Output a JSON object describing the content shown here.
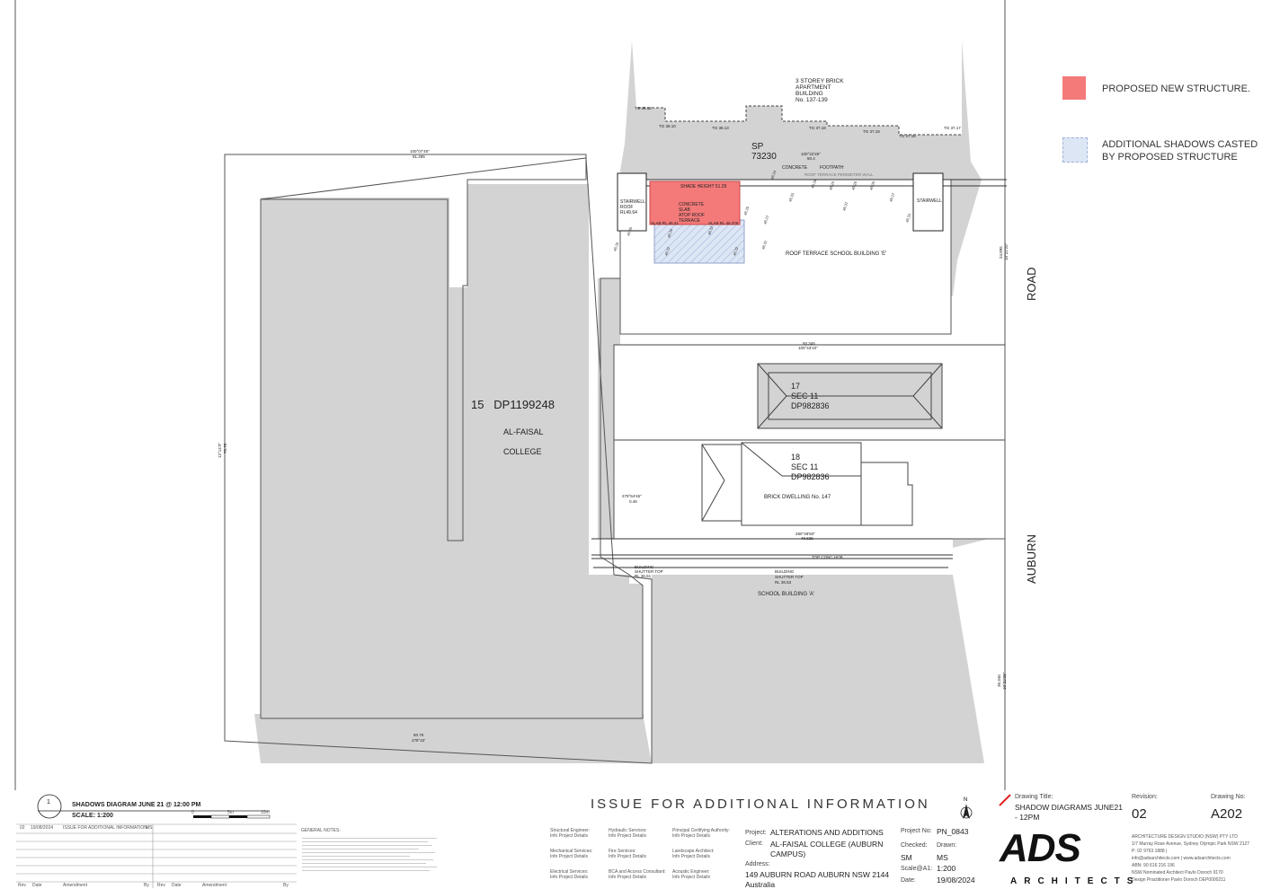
{
  "legend": {
    "items": [
      {
        "label": "PROPOSED NEW STRUCTURE.",
        "color": "#f47a7a"
      },
      {
        "label_lines": [
          "ADDITIONAL SHADOWS CASTED",
          "BY PROPOSED STRUCTURE"
        ],
        "color": "#dde6f5"
      }
    ]
  },
  "colors": {
    "shadow": "#d3d3d3",
    "proposed": "#f47a7a",
    "additional_shadow": "#dde6f5",
    "line": "#333333"
  },
  "plan": {
    "road_top": "ROAD",
    "road_bottom": "AUBURN",
    "apartment": [
      "3 STOREY BRICK",
      "APARTMENT",
      "BUILDING",
      "No. 137-139"
    ],
    "sp": [
      "SP",
      "73230"
    ],
    "lot15": "15   DP1199248",
    "college": [
      "AL-FAISAL",
      "COLLEGE"
    ],
    "lot17": [
      "17",
      "SEC 11",
      "DP982836"
    ],
    "lot18": [
      "18",
      "SEC 11",
      "DP982836"
    ],
    "brick_dwelling": "BRICK DWELLING No. 147",
    "roof_terrace": "ROOF TERRACE SCHOOL BUILDING 'E'",
    "school_a": "SCHOOL BUILDING 'A'",
    "stairwell_left": [
      "STAIRWELL",
      "ROOF",
      "RL49.64"
    ],
    "stairwell_right": "STAIRWELL",
    "shade_height": "SHADE HEIGHT 51.29",
    "concrete_slab": [
      "CONCRETE",
      "SLAB",
      "ATOP ROOF",
      "TERRACE"
    ],
    "slab_left": "SLAB RL 46.41",
    "slab_right": "SLAB RL 46.376",
    "concrete": "CONCRETE",
    "footpath": "FOOTPATH",
    "perimeter_wall": "ROOF TERRACE PERIMETER WALL",
    "top_conc_hob": "TOP CONC HOB",
    "shutter_left": [
      "BUILDING",
      "SHUTTER TOP",
      "RL 36.51"
    ],
    "shutter_right": [
      "BUILDING",
      "SHUTTER TOP",
      "RL 36.53"
    ],
    "bearing_top": [
      "100°07'45\"",
      "91.295"
    ],
    "bearing_top2": [
      "100°22'25\"",
      "50.4"
    ],
    "bearing_mid": [
      "50.345",
      "100°43'10\""
    ],
    "bearing_bottom": [
      "50.76",
      "278°42'"
    ],
    "bearing_left": [
      "12°14'3\"",
      "75.78"
    ],
    "bearing_right1": [
      "24.895",
      "10°22'25\""
    ],
    "bearing_right2": [
      "36.345",
      "10°22'25\""
    ],
    "bearing_small": [
      "279°54'46\"",
      "0.46"
    ],
    "bearing_small2": [
      "280°49'50\"",
      "49.625"
    ],
    "tg_labels": [
      "TG 38.12",
      "TG 38.10",
      "TG 38.13",
      "TG 37.18",
      "TG 37.18",
      "TG 37.16",
      "TG 37.17"
    ],
    "spot_levels": [
      "46.29",
      "46.33",
      "46.30",
      "46.32",
      "46.25",
      "46.27",
      "46.32",
      "46.37",
      "46.33",
      "46.28",
      "46.20",
      "46.26",
      "46.30",
      "46.27",
      "46.24",
      "46.35",
      "46.32",
      "46.32"
    ]
  },
  "drawing_block": {
    "number": "1",
    "title": "SHADOWS DIAGRAM JUNE 21 @ 12:00 PM",
    "scale": "SCALE: 1:200",
    "scale_ticks": [
      "0",
      "5m",
      "10m"
    ]
  },
  "amendments": {
    "row": {
      "rev": "02",
      "date": "19/08/2024",
      "text": "ISSUE FOR ADDITIONAL INFORMATION",
      "by": "MS"
    },
    "headers": [
      "Rev",
      "Date",
      "Amendment",
      "By",
      "Rev",
      "Date",
      "Amendment",
      "By"
    ]
  },
  "notes_title": "GENERAL NOTES:",
  "issue": "ISSUE FOR ADDITIONAL INFORMATION",
  "consultants": [
    {
      "label": "Structural Engineer:",
      "value": "Info Project Details"
    },
    {
      "label": "Hydraulic Services:",
      "value": "Info Project Details"
    },
    {
      "label": "Principal Certifying Authority:",
      "value": "Info Project Details"
    },
    {
      "label": "Mechanical Services:",
      "value": "Info Project Details"
    },
    {
      "label": "Fire Services:",
      "value": "Info Project Details"
    },
    {
      "label": "Landscape Architect:",
      "value": "Info Project Details"
    },
    {
      "label": "Electrical Services:",
      "value": "Info Project Details"
    },
    {
      "label": "BCA and Access Consultant:",
      "value": "Info Project Details"
    },
    {
      "label": "Acoustic Engineer:",
      "value": "Info Project Details"
    }
  ],
  "project": {
    "project_label": "Project:",
    "project": "ALTERATIONS AND ADDITIONS",
    "client_label": "Client:",
    "client": [
      "AL-FAISAL COLLEGE (AUBURN",
      "CAMPUS)"
    ],
    "address_label": "Address:",
    "address": [
      "149 AUBURN ROAD AUBURN NSW 2144",
      "Australia"
    ]
  },
  "meta": {
    "project_no_label": "Project No:",
    "project_no": "PN_0843",
    "checked_label": "Checked:",
    "checked": "SM",
    "drawn_label": "Drawn:",
    "drawn": "MS",
    "scale_label": "Scale@A1:",
    "scale": "1:200",
    "date_label": "Date:",
    "date": "19/08/2024"
  },
  "drawing_title": {
    "label": "Drawing Title:",
    "value": [
      "SHADOW DIAGRAMS JUNE21",
      "- 12PM"
    ]
  },
  "revision": {
    "label": "Revision:",
    "value": "02"
  },
  "drawing_no": {
    "label": "Drawing No:",
    "value": "A202"
  },
  "north": "N",
  "firm": {
    "logo": "ADS",
    "logo_sub": "ARCHITECTS",
    "lines": [
      "ARCHITECTURE DESIGN STUDIO (NSW) PTY LTD",
      "1/7 Murray Rose Avenue, Sydney Olympic Park NSW 2127",
      "P: 02 9763 1888  |",
      "info@adsarchitects.com | www.adsarchitects.com",
      "ABN: 90 616 216 196",
      "NSW Nominated Architect Pavlo Doroch 9170",
      "Design Practitioner Pavlo Doroch DEP0000211"
    ]
  }
}
